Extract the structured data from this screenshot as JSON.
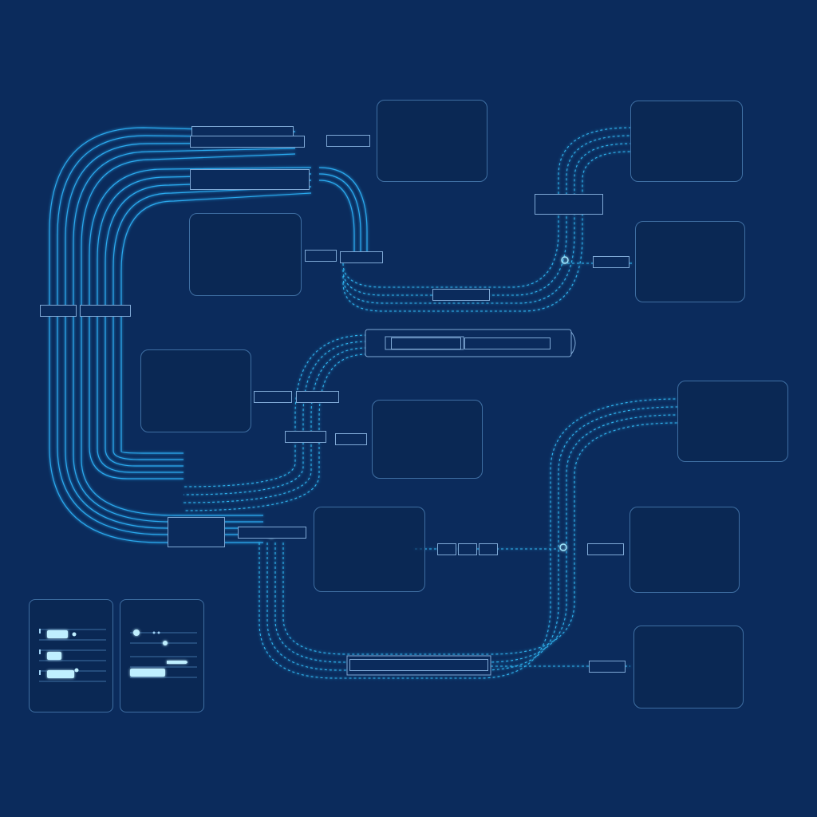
{
  "colors": {
    "background": "#0b2b5c",
    "trace": "#2aa9ee",
    "trace_glow": "#5fd0ff",
    "card_border": "#3f6fa3",
    "highlight": "#41d6f0",
    "text": "#e6f0ff"
  },
  "cards": [
    {
      "id": "c1",
      "title_hl": "",
      "title": "",
      "sub": "",
      "lines": [
        "",
        "",
        "",
        ""
      ]
    },
    {
      "id": "c2",
      "title_hl": "",
      "title": "",
      "sub": "",
      "lines": [
        "",
        "",
        ""
      ]
    },
    {
      "id": "c3",
      "title_hl": "",
      "title": "",
      "sub": "",
      "lines": [
        "",
        "",
        "",
        ""
      ]
    },
    {
      "id": "c4",
      "title_hl": "",
      "title": "",
      "sub": "",
      "lines": [
        "",
        "",
        "",
        ""
      ]
    },
    {
      "id": "c5",
      "title_hl": "",
      "title": "",
      "sub": "",
      "lines": [
        "",
        "",
        ""
      ]
    },
    {
      "id": "c6",
      "title_hl": "",
      "title": "",
      "sub": "",
      "lines": [
        "",
        "",
        "",
        ""
      ]
    },
    {
      "id": "c7",
      "title_hl": "",
      "title": "",
      "sub": "",
      "lines": [
        "",
        "",
        ""
      ]
    },
    {
      "id": "c8",
      "title_hl": "",
      "title": "",
      "sub": "",
      "lines": [
        "",
        "",
        "",
        "",
        ""
      ]
    },
    {
      "id": "c9",
      "title_hl": "",
      "title": "",
      "sub": "",
      "lines": [
        "",
        "",
        ""
      ]
    },
    {
      "id": "c10",
      "title_hl": "",
      "title": "",
      "sub": "",
      "lines": [
        "",
        "",
        ""
      ]
    }
  ],
  "tags": {
    "t1": "",
    "t2": "",
    "t3": "",
    "t4": "",
    "t5": "",
    "t6": "",
    "t7": "",
    "t8": "",
    "t9": "",
    "t10": "",
    "t11": "",
    "t12": "",
    "t13": "",
    "t14": "",
    "t15": "",
    "t16": "",
    "t17": "",
    "t18": "",
    "t19": "",
    "t20": "",
    "t21": "",
    "t22": "",
    "t23": "",
    "t24": "",
    "t25": ""
  },
  "legends": [
    {
      "head": [
        "",
        ""
      ],
      "foot": [
        "",
        ""
      ]
    },
    {
      "head": [
        "",
        ""
      ],
      "foot": [
        "",
        ""
      ]
    }
  ]
}
